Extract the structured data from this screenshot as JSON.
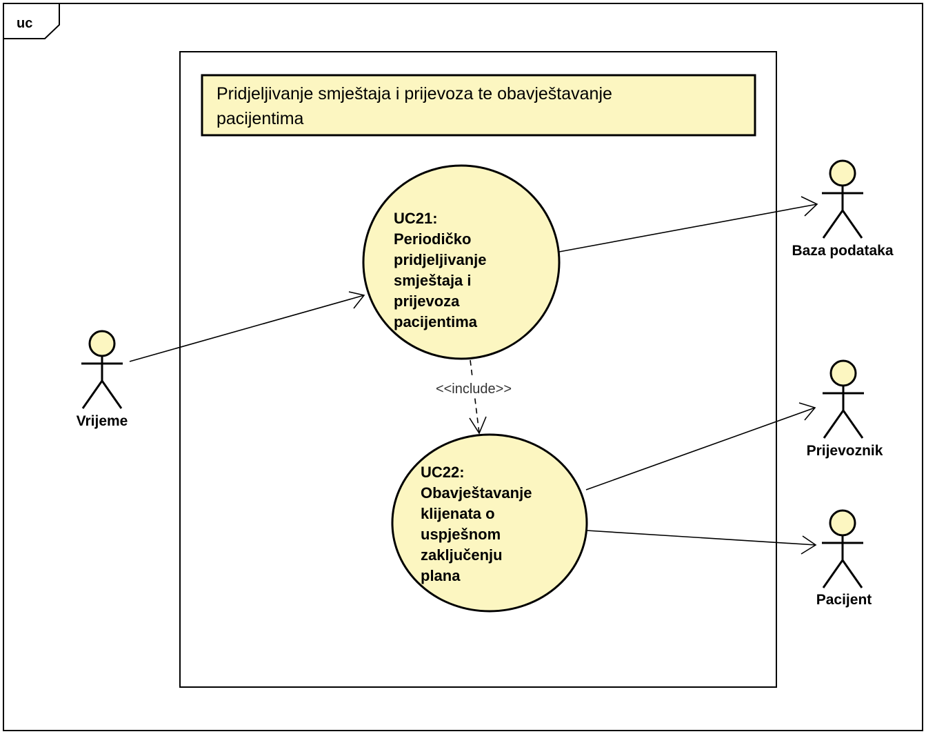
{
  "frame": {
    "label": "uc"
  },
  "note": {
    "line1": "Pridjeljivanje smještaja i prijevoza te obavještavanje",
    "line2": "pacijentima"
  },
  "use_cases": {
    "uc21": {
      "lines": [
        "UC21:",
        "Periodičko",
        "pridjeljivanje",
        "smještaja i",
        "prijevoza",
        "pacijentima"
      ]
    },
    "uc22": {
      "lines": [
        "UC22:",
        "Obavještavanje",
        "klijenata o",
        "uspješnom",
        "zaključenju",
        "plana"
      ]
    }
  },
  "actors": {
    "vrijeme": {
      "name": "Vrijeme"
    },
    "baza": {
      "name": "Baza podataka"
    },
    "prijevoznik": {
      "name": "Prijevoznik"
    },
    "pacijent": {
      "name": "Pacijent"
    }
  },
  "relations": {
    "include_label": "<<include>>"
  },
  "colors": {
    "fill": "#fcf6c1",
    "stroke": "#000000"
  }
}
